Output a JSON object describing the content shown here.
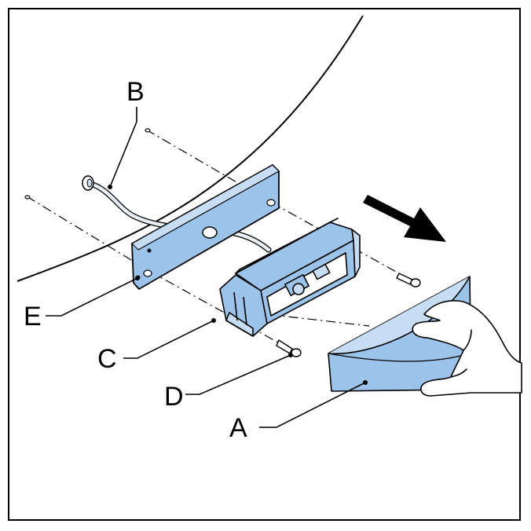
{
  "diagram": {
    "callouts": [
      {
        "id": "A",
        "label": "A",
        "part": "cover"
      },
      {
        "id": "B",
        "label": "B",
        "part": "cable"
      },
      {
        "id": "C",
        "label": "C",
        "part": "sensor-module"
      },
      {
        "id": "D",
        "label": "D",
        "part": "screw"
      },
      {
        "id": "E",
        "label": "E",
        "part": "mounting-plate"
      }
    ],
    "colors": {
      "part_fill": "#9cc3ea",
      "part_fill_light": "#c7ddf3",
      "line": "#000000",
      "arrow": "#000000"
    },
    "arrow_direction": "down-right"
  }
}
